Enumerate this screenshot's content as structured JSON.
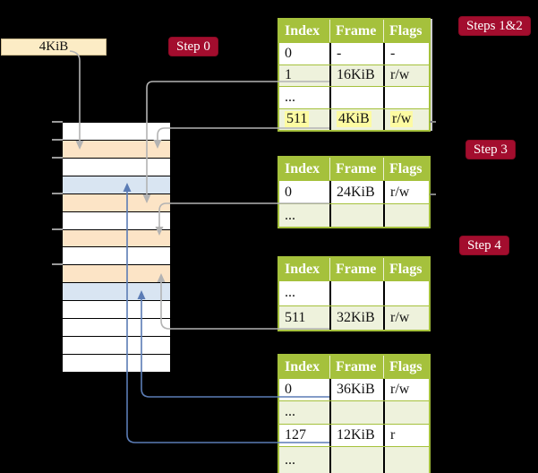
{
  "frame_label": {
    "text": "4KiB"
  },
  "step_badges": [
    {
      "id": "step-0",
      "label": "Step 0"
    },
    {
      "id": "steps-1-2",
      "label": "Steps 1&2"
    },
    {
      "id": "step-3",
      "label": "Step 3"
    },
    {
      "id": "step-4",
      "label": "Step 4"
    }
  ],
  "page_tables": [
    {
      "name": "page-table-level4",
      "columns": [
        "Index",
        "Frame",
        "Flags"
      ],
      "rows": [
        {
          "cells": [
            "0",
            "-",
            "-"
          ],
          "shade": "white",
          "highlight": false
        },
        {
          "cells": [
            "1",
            "16KiB",
            "r/w"
          ],
          "shade": "green",
          "highlight": false
        },
        {
          "cells": [
            "...",
            "",
            ""
          ],
          "shade": "white",
          "highlight": false
        },
        {
          "cells": [
            "511",
            "4KiB",
            "r/w"
          ],
          "shade": "green",
          "highlight": true
        }
      ]
    },
    {
      "name": "page-table-level3",
      "columns": [
        "Index",
        "Frame",
        "Flags"
      ],
      "rows": [
        {
          "cells": [
            "0",
            "24KiB",
            "r/w"
          ],
          "shade": "white",
          "highlight": false
        },
        {
          "cells": [
            "...",
            "",
            ""
          ],
          "shade": "green",
          "highlight": false
        }
      ]
    },
    {
      "name": "page-table-level2",
      "columns": [
        "Index",
        "Frame",
        "Flags"
      ],
      "rows": [
        {
          "cells": [
            "...",
            "",
            ""
          ],
          "shade": "white",
          "highlight": false
        },
        {
          "cells": [
            "511",
            "32KiB",
            "r/w"
          ],
          "shade": "green",
          "highlight": false
        }
      ]
    },
    {
      "name": "page-table-level1",
      "columns": [
        "Index",
        "Frame",
        "Flags"
      ],
      "rows": [
        {
          "cells": [
            "0",
            "36KiB",
            "r/w"
          ],
          "shade": "white",
          "highlight": false
        },
        {
          "cells": [
            "...",
            "",
            ""
          ],
          "shade": "green",
          "highlight": false
        },
        {
          "cells": [
            "127",
            "12KiB",
            "r"
          ],
          "shade": "white",
          "highlight": false
        },
        {
          "cells": [
            "...",
            "",
            ""
          ],
          "shade": "green",
          "highlight": false
        }
      ]
    }
  ],
  "memory_column": {
    "rows": [
      "white",
      "orange",
      "white",
      "blue",
      "orange",
      "white",
      "orange",
      "white",
      "orange",
      "blue",
      "white",
      "white",
      "white",
      "white"
    ]
  },
  "colors": {
    "background": "#000000",
    "table_header_green": "#a5c13c",
    "table_row_green": "#eef2dc",
    "highlight_yellow": "#fdfba2",
    "badge_red": "#a30d2e",
    "label_cream": "#fcecc5",
    "memory_orange": "#fce4c6",
    "memory_blue": "#d9e5f2",
    "arrow_gray": "#b3b3b3",
    "arrow_blue": "#5b7cb5"
  }
}
